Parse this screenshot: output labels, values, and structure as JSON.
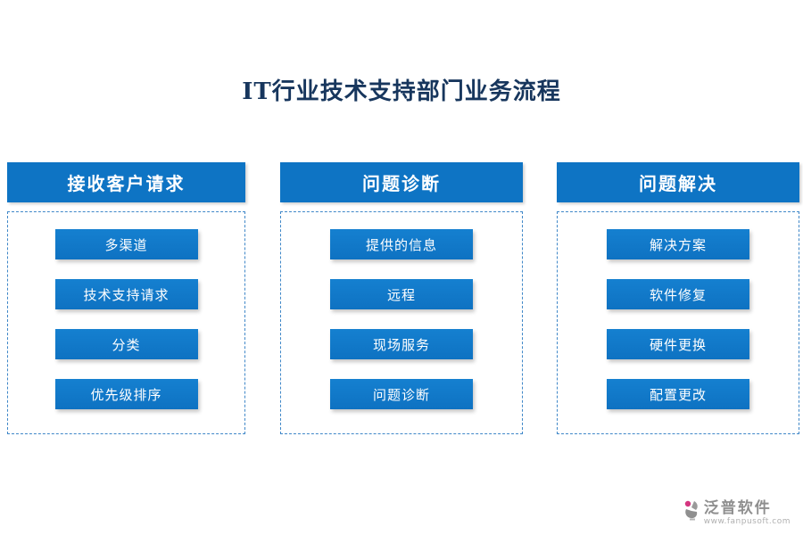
{
  "title": "IT行业技术支持部门业务流程",
  "columns": [
    {
      "header": "接收客户请求",
      "items": [
        "多渠道",
        "技术支持请求",
        "分类",
        "优先级排序"
      ]
    },
    {
      "header": "问题诊断",
      "items": [
        "提供的信息",
        "远程",
        "现场服务",
        "问题诊断"
      ]
    },
    {
      "header": "问题解决",
      "items": [
        "解决方案",
        "软件修复",
        "硬件更换",
        "配置更改"
      ]
    }
  ],
  "footer": {
    "brand": "泛普软件",
    "url": "www.fanpusoft.com"
  },
  "colors": {
    "accent_blue": "#0e74c4",
    "title_navy": "#17365d",
    "dashed_border": "#3f87c8",
    "brand_gray": "#8f8f8f",
    "brand_magenta": "#d4367f"
  }
}
